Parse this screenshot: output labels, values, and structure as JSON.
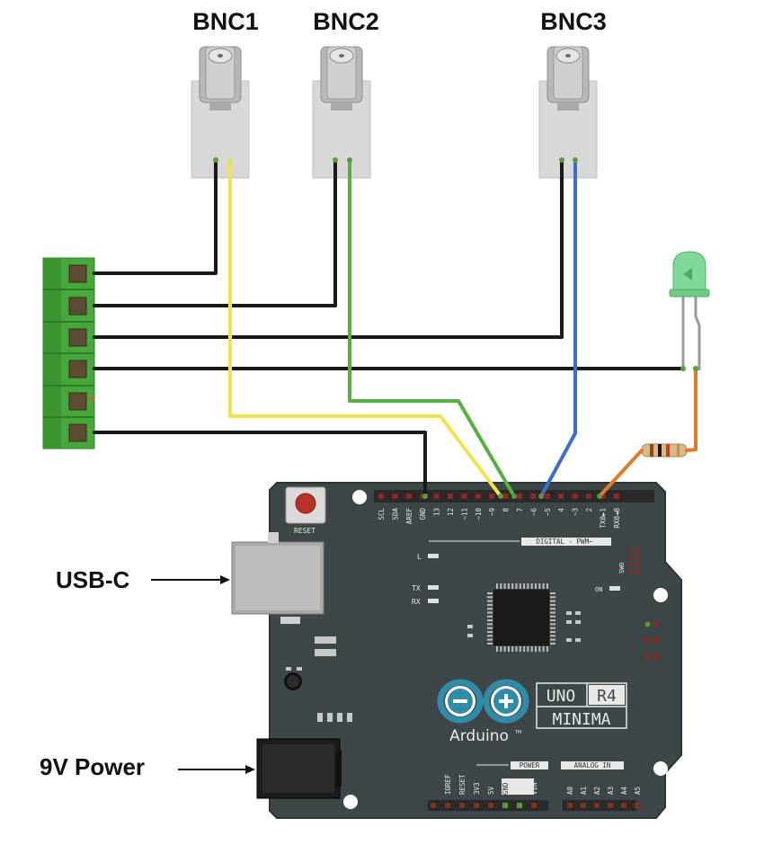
{
  "connectors": {
    "bnc1": "BNC1",
    "bnc2": "BNC2",
    "bnc3": "BNC3"
  },
  "callouts": {
    "usb": "USB-C",
    "power": "9V Power"
  },
  "board": {
    "reset_label": "RESET",
    "digital_header_label": "DIGITAL - PWM~",
    "top_pins": [
      "SCL",
      "SDA",
      "AREF",
      "GND",
      "13",
      "12",
      "~11",
      "~10",
      "~9",
      "8",
      "7",
      "~6",
      "~5",
      "4",
      "~3",
      "2",
      "TX0►1",
      "RX0◄0"
    ],
    "led_labels": {
      "l": "L",
      "tx": "TX",
      "rx": "RX",
      "on": "ON"
    },
    "swd_label": "SWD",
    "brand": "Arduino",
    "trademark": "TM",
    "model_uno": "UNO",
    "model_r4": "R4",
    "model_minima": "MINIMA",
    "power_header_label": "POWER",
    "analog_header_label": "ANALOG IN",
    "power_pins": [
      "IOREF",
      "RESET",
      "3V3",
      "5V",
      "GND",
      "GND",
      "VIN"
    ],
    "analog_pins": [
      "A0",
      "A1",
      "A2",
      "A3",
      "A4",
      "A5"
    ]
  },
  "colors": {
    "terminal_block": "#46a73a",
    "board": "#3d4748",
    "wire_black": "#1a1a1a",
    "wire_yellow": "#f2e34a",
    "wire_green": "#54b13f",
    "wire_blue": "#3b6fcf",
    "wire_orange": "#e07b2a",
    "led": "#7fd99a",
    "logo": "#2f8ba8"
  }
}
